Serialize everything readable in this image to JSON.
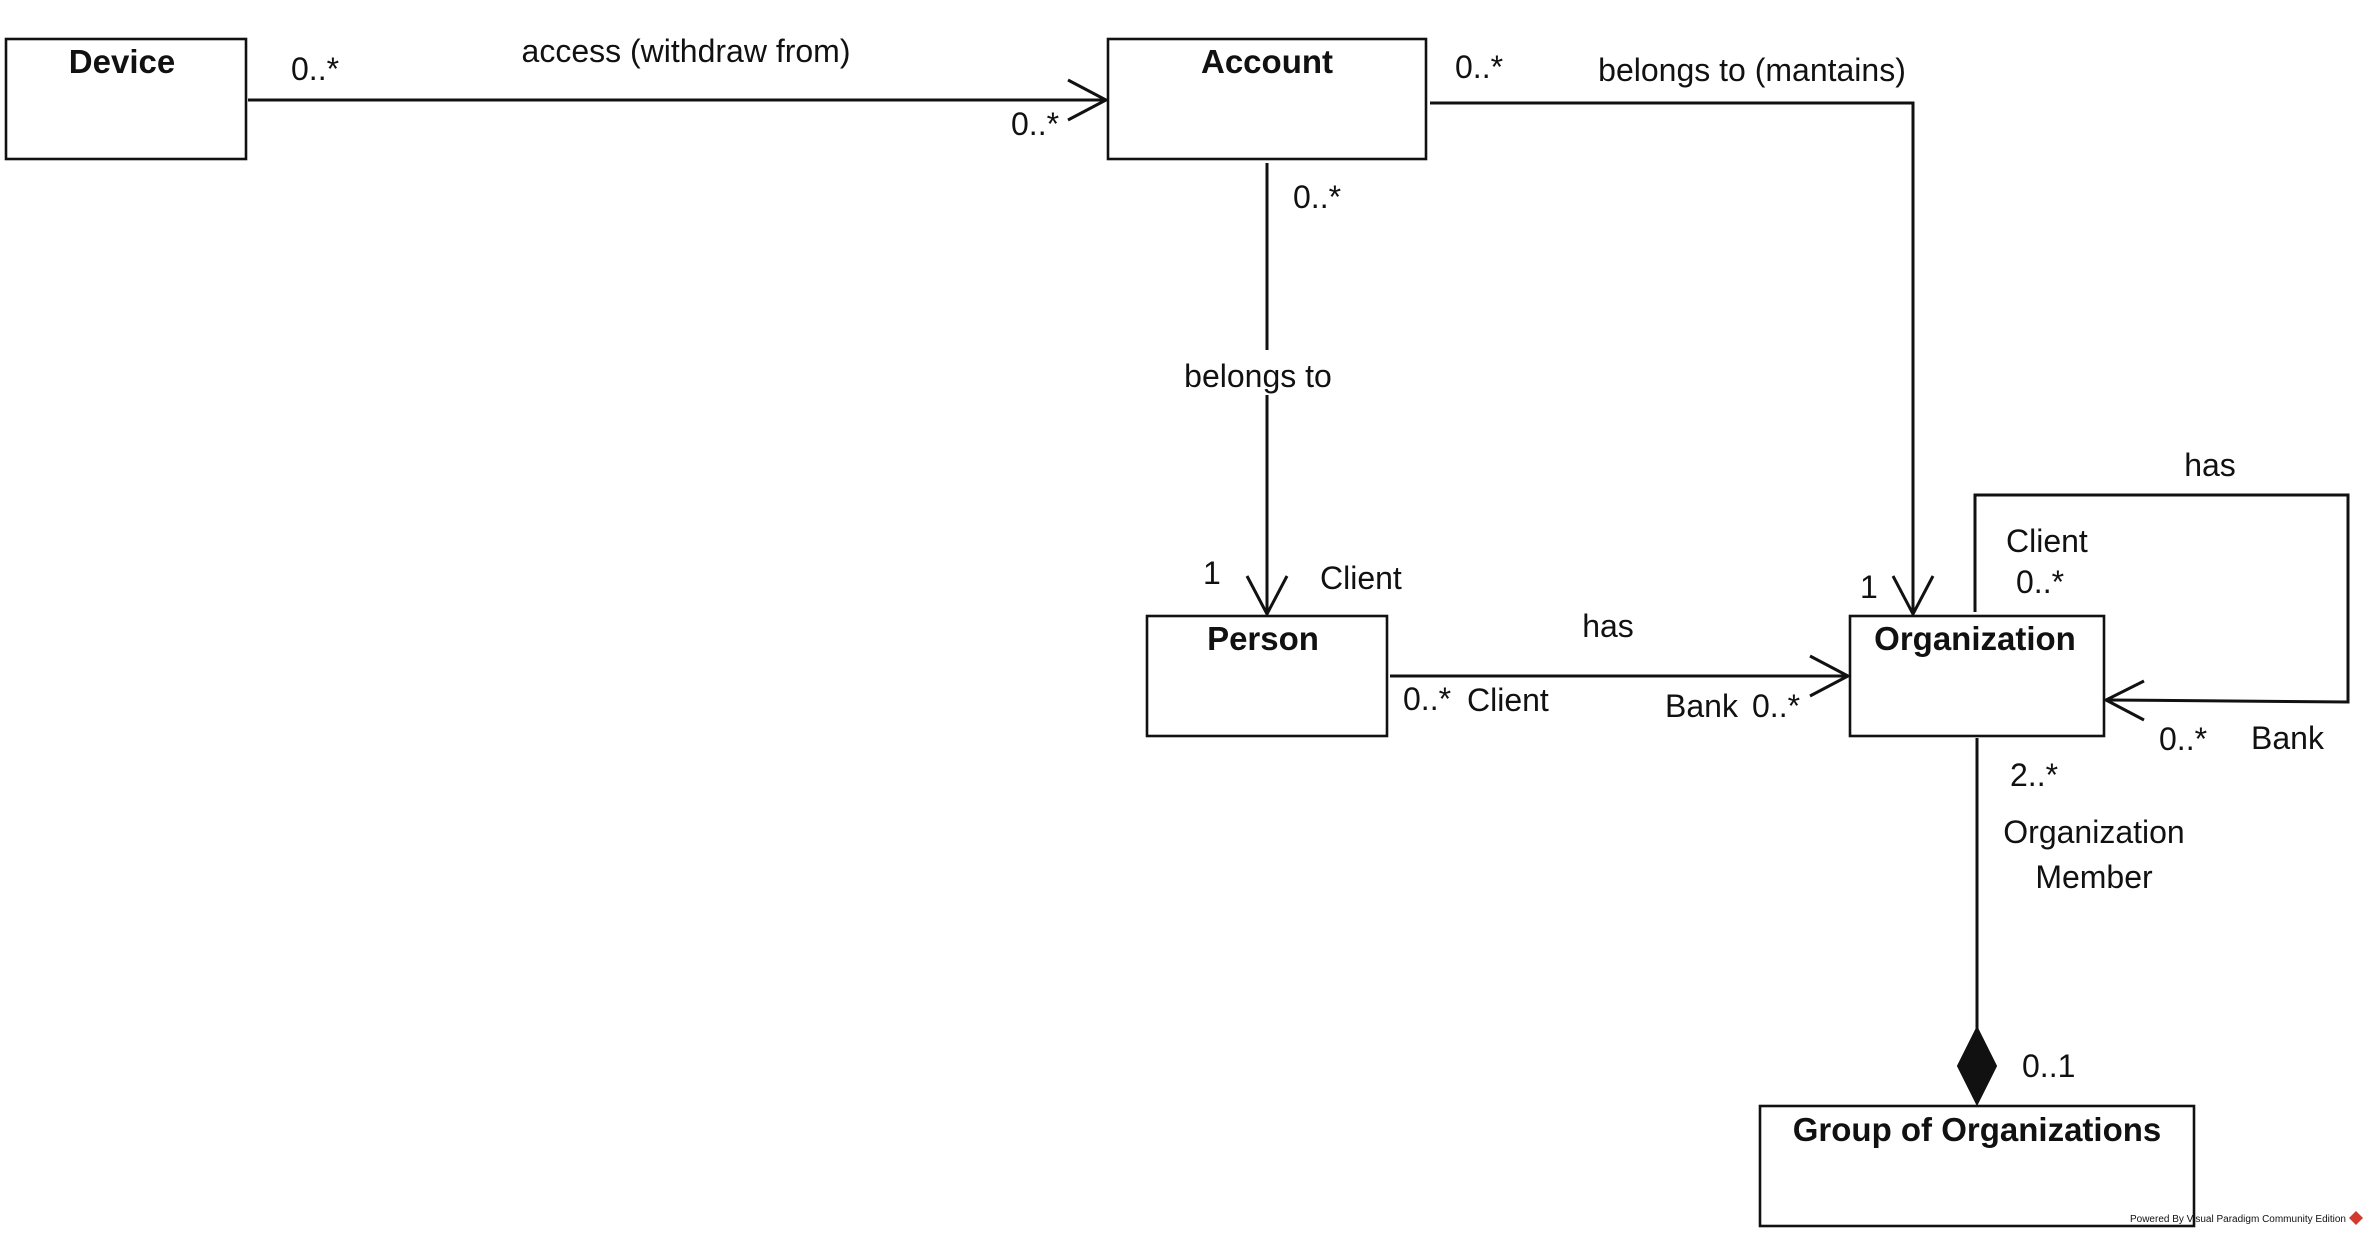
{
  "classes": {
    "device": "Device",
    "account": "Account",
    "person": "Person",
    "organization": "Organization",
    "group": "Group of Organizations"
  },
  "associations": {
    "device_account": {
      "name": "access (withdraw from)",
      "device_multiplicity": "0..*",
      "account_multiplicity": "0..*"
    },
    "account_organization": {
      "name": "belongs to (mantains)",
      "account_multiplicity": "0..*",
      "organization_multiplicity": "1"
    },
    "account_person": {
      "name": "belongs to",
      "account_multiplicity": "0..*",
      "person_multiplicity": "1",
      "person_role": "Client"
    },
    "person_organization": {
      "name": "has",
      "person_multiplicity": "0..*",
      "person_role": "Client",
      "organization_role": "Bank",
      "organization_multiplicity": "0..*"
    },
    "organization_self": {
      "name": "has",
      "client_role": "Client",
      "client_multiplicity": "0..*",
      "bank_multiplicity": "0..*",
      "bank_role": "Bank"
    },
    "organization_group": {
      "member_multiplicity": "2..*",
      "member_role_line1": "Organization",
      "member_role_line2": "Member",
      "group_multiplicity": "0..1"
    }
  },
  "watermark": {
    "text": "Powered By Visual Paradigm Community Edition",
    "icon": "visual-paradigm-logo-icon",
    "color": "#d23a2e"
  }
}
